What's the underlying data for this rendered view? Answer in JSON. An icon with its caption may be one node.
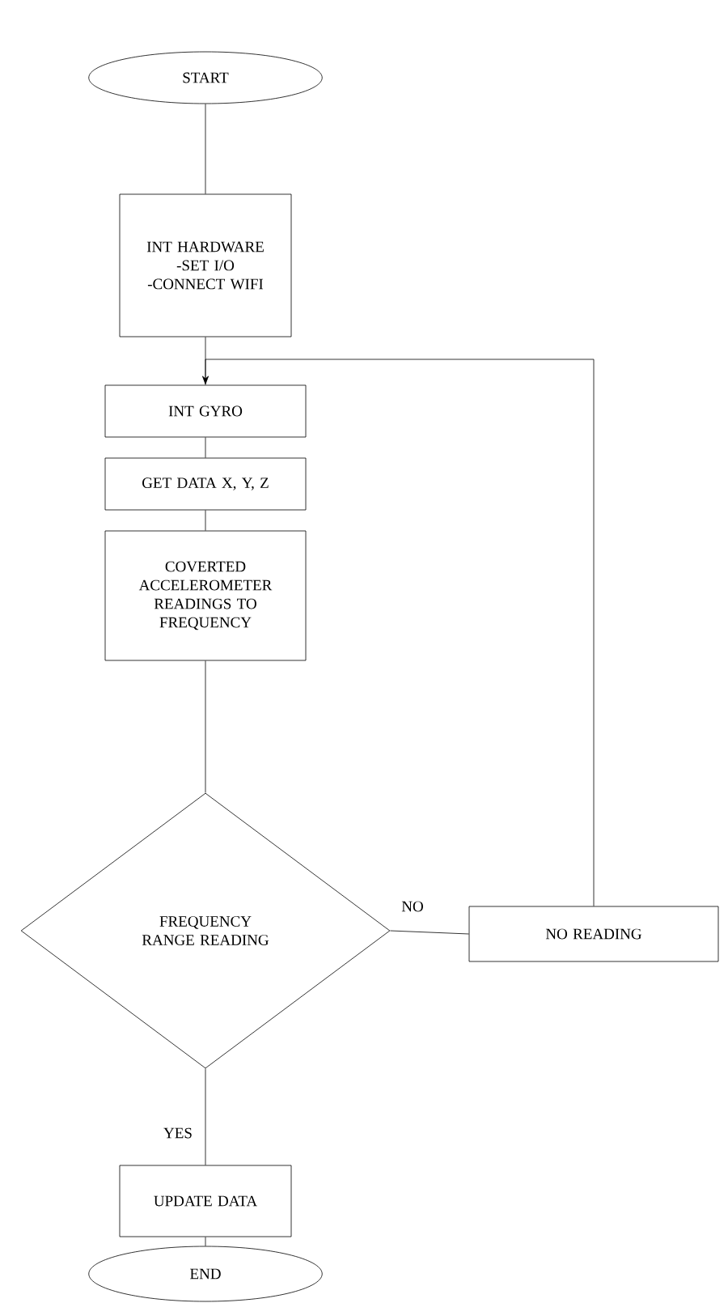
{
  "diagram": {
    "nodes": [
      {
        "text": [
          "START"
        ]
      },
      {
        "text": [
          "INT HARDWARE",
          "-SET I/O",
          "-CONNECT WIFI"
        ]
      },
      {
        "text": [
          "INT GYRO"
        ]
      },
      {
        "text": [
          "GET DATA X, Y, Z"
        ]
      },
      {
        "text": [
          "COVERTED ACCELEROMETER READINGS TO FREQUENCY"
        ]
      },
      {
        "text": [
          "FREQUENCY RANGE READING"
        ]
      },
      {
        "text": [
          "NO READING"
        ]
      },
      {
        "text": [
          "UPDATE DATA"
        ]
      },
      {
        "text": [
          "END"
        ]
      }
    ],
    "edges": [
      {
        "from": 0,
        "to": 1,
        "arrow": "none"
      },
      {
        "from": 1,
        "to": 2,
        "arrow": "none"
      },
      {
        "from": 2,
        "to": 3,
        "arrow": "none"
      },
      {
        "from": 3,
        "to": 4,
        "arrow": "none"
      },
      {
        "from": 4,
        "to": 5,
        "arrow": "none"
      },
      {
        "from": 5,
        "to": 6,
        "arrow": "none",
        "label": "NO"
      },
      {
        "from": 6,
        "to": 2,
        "arrow": "to"
      },
      {
        "from": 5,
        "to": 7,
        "arrow": "none",
        "label": "YES"
      },
      {
        "from": 7,
        "to": 8,
        "arrow": "none"
      }
    ]
  }
}
